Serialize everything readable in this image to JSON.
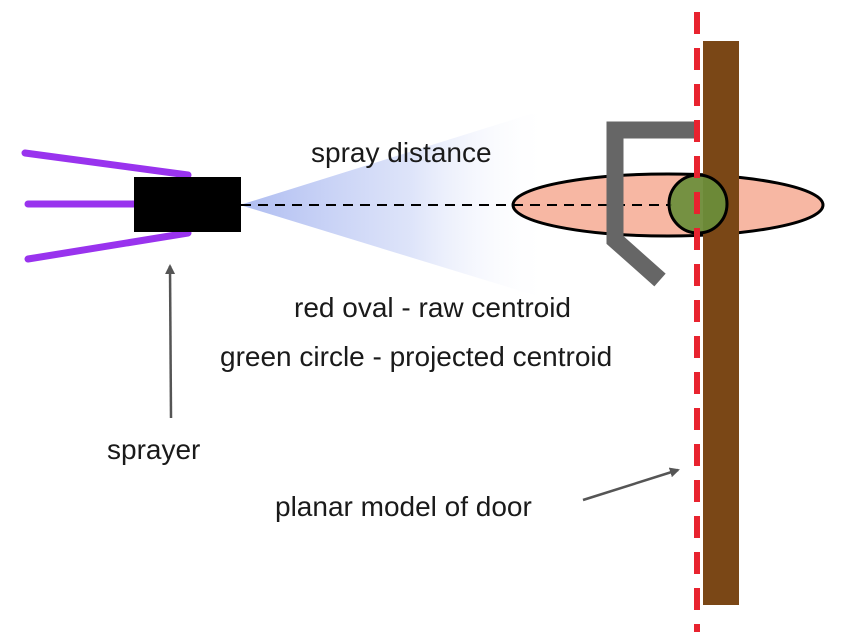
{
  "labels": {
    "spray_distance": "spray distance",
    "red_oval": "red oval - raw centroid",
    "green_circle": "green circle - projected centroid",
    "sprayer": "sprayer",
    "door_plane": "planar model of door"
  },
  "colors": {
    "spray_lines": "#9933ee",
    "sprayer_body": "#000000",
    "spray_cone": "#b9c6f2",
    "raw_centroid_oval": "#f7b7a3",
    "projected_centroid_circle": "#6b8e3a",
    "handle": "#666666",
    "door": "#7a4716",
    "door_plane_line": "#e8232f",
    "arrow": "#555555"
  }
}
